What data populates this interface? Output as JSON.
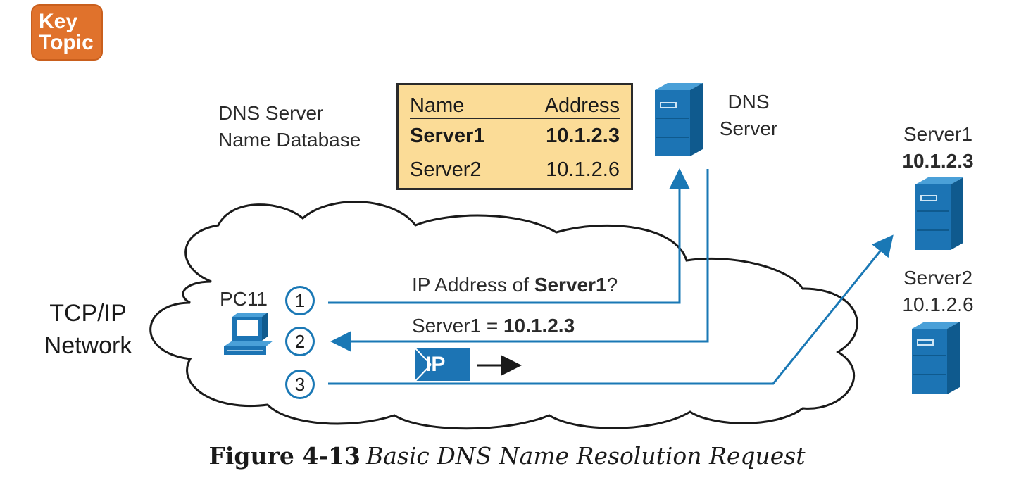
{
  "key_topic": {
    "line1": "Key",
    "line2": "Topic"
  },
  "db_label": {
    "line1": "DNS Server",
    "line2": "Name Database"
  },
  "dns_table": {
    "headers": [
      "Name",
      "Address"
    ],
    "rows": [
      {
        "name": "Server1",
        "address": "10.1.2.3"
      },
      {
        "name": "Server2",
        "address": "10.1.2.6"
      }
    ]
  },
  "dns_server_label": {
    "line1": "DNS",
    "line2": "Server"
  },
  "server1": {
    "name": "Server1",
    "address": "10.1.2.3"
  },
  "server2": {
    "name": "Server2",
    "address": "10.1.2.6"
  },
  "network_label": {
    "line1": "TCP/IP",
    "line2": "Network"
  },
  "pc_label": "PC11",
  "steps": [
    "1",
    "2",
    "3"
  ],
  "messages": {
    "query_prefix": "IP Address of ",
    "query_name": "Server1",
    "query_suffix": "?",
    "reply_prefix": "Server1 = ",
    "reply_address": "10.1.2.3"
  },
  "packet_label": "IP",
  "caption": {
    "figure": "Figure 4-13",
    "title": "Basic DNS Name Resolution Request"
  },
  "colors": {
    "accent_blue": "#1a78b5",
    "key_topic_orange": "#e0722c",
    "table_fill": "#fbdc97"
  }
}
